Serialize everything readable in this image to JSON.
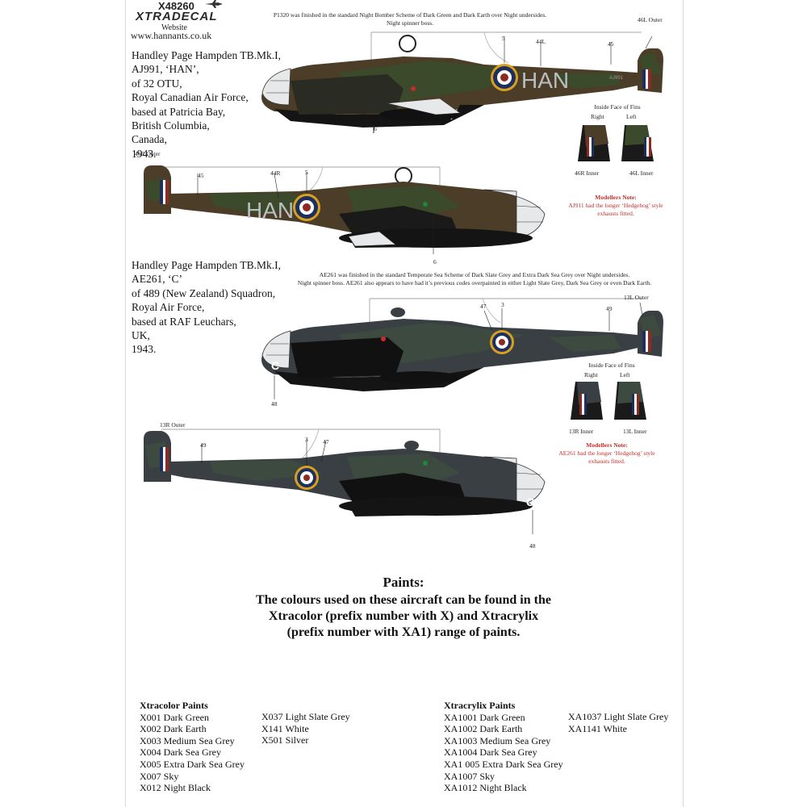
{
  "header": {
    "code": "X48260",
    "brand": "XTRADECAL",
    "website_label": "Website",
    "url": "www.hannants.co.uk"
  },
  "aircraft1": {
    "desc": [
      "Handley Page Hampden TB.Mk.I,",
      "AJ991, ‘HAN’,",
      "of 32 OTU,",
      "Royal Canadian Air Force,",
      "based at Patricia Bay,",
      "British Columbia,",
      "Canada,",
      "1943."
    ],
    "note": [
      "P1320 was finished in the standard Night Bomber Scheme of Dark Green and Dark Earth over Night undersides.",
      "Night spinner boss."
    ],
    "codes": "HAN",
    "labels": {
      "l5a": "5",
      "l44l": "44L",
      "l45a": "45",
      "l46lo": "46L Outer",
      "l6a": "6",
      "l46ro": "46R Outer",
      "l45b": "45",
      "l44r": "44R",
      "l5b": "5",
      "l6b": "6"
    },
    "fins": {
      "title": [
        "Inside Face of Fins"
      ],
      "right": "Right",
      "left": "Left",
      "right_inner": "46R Inner",
      "left_inner": "46L Inner"
    },
    "modellers_title": "Modellers Note:",
    "modellers_text": [
      "AJ911 had the longer ‘Hedgehog’ style",
      "exhausts fitted."
    ]
  },
  "aircraft2": {
    "desc": [
      "Handley Page Hampden TB.Mk.I,",
      "AE261, ‘C’",
      "of 489 (New Zealand) Squadron,",
      "Royal Air Force,",
      "based at RAF Leuchars,",
      "UK,",
      "1943."
    ],
    "note": [
      "AE261 was finished in the standard Temperate Sea Scheme of Dark Slate Grey and Extra Dark Sea Grey over Night undersides.",
      "Night spinner boss.  AE261 also appears to have had it’s previous codes overpainted in either Light Slate Grey, Dark Sea Grey or even Dark Earth."
    ],
    "code": "C",
    "labels": {
      "l47a": "47",
      "l3a": "3",
      "l49a": "49",
      "l13lo": "13L Outer",
      "l48a": "48",
      "l13ro": "13R Outer",
      "l49b": "49",
      "l3b": "3",
      "l47b": "47",
      "l48b": "48"
    },
    "fins": {
      "title": [
        "Inside Face of Fins"
      ],
      "right": "Right",
      "left": "Left",
      "right_inner": "13R Inner",
      "left_inner": "13L Inner"
    },
    "modellers_title": "Modellers Note:",
    "modellers_text": [
      "AE261 had the longer ‘Hedgehog’ style",
      "exhausts fitted."
    ]
  },
  "paints": {
    "heading": "Paints:",
    "lines": [
      "The colours used on these aircraft can be found in the",
      "Xtracolor (prefix number with X) and Xtracrylix",
      "(prefix number with XA1) range of paints."
    ]
  },
  "xtracolor": {
    "heading": "Xtracolor Paints",
    "col1": [
      "X001 Dark Green",
      "X002 Dark Earth",
      "X003 Medium Sea Grey",
      "X004 Dark Sea Grey",
      "X005 Extra Dark Sea Grey",
      "X007 Sky",
      "X012 Night Black"
    ],
    "col2": [
      "X037 Light Slate Grey",
      "X141 White",
      "X501 Silver"
    ]
  },
  "xtracrylix": {
    "heading": "Xtracrylix Paints",
    "col1": [
      "XA1001 Dark Green",
      "XA1002 Dark Earth",
      "XA1003 Medium Sea Grey",
      "XA1004 Dark Sea Grey",
      "XA1 005 Extra Dark Sea Grey",
      "XA1007 Sky",
      "XA1012 Night Black"
    ],
    "col2": [
      "XA1037 Light Slate Grey",
      "XA1141 White"
    ]
  },
  "colors": {
    "dark_green": "#3b4a2a",
    "dark_earth": "#5e4a30",
    "night": "#141414",
    "slate": "#3c4a40",
    "sea_grey": "#3a3f44",
    "roundel_blue": "#1e2f5e",
    "roundel_red": "#8e2a22",
    "roundel_yellow": "#d8a020",
    "code_grey": "#b9bec2",
    "red_note": "#c0302a"
  }
}
